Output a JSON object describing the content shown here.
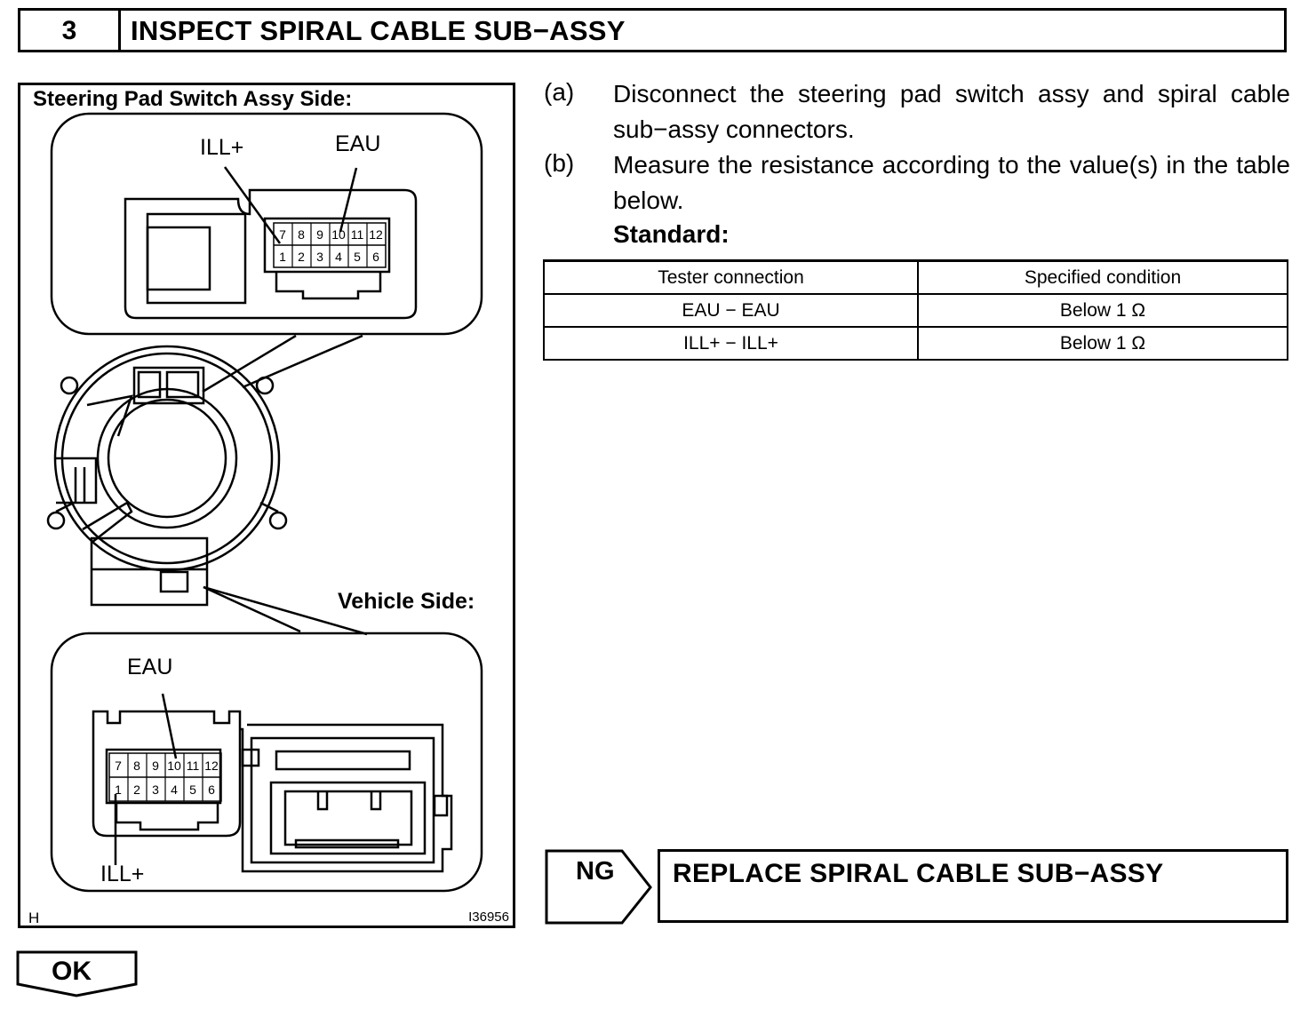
{
  "header": {
    "step_number": "3",
    "title": "INSPECT SPIRAL CABLE SUB−ASSY"
  },
  "figure": {
    "top_label": "Steering Pad Switch Assy Side:",
    "top_pin_ill": "ILL+",
    "top_pin_eau": "EAU",
    "vehicle_label": "Vehicle Side:",
    "bottom_pin_eau": "EAU",
    "bottom_pin_ill": "ILL+",
    "pins_top_row": [
      "7",
      "8",
      "9",
      "10",
      "11",
      "12"
    ],
    "pins_bottom_row": [
      "1",
      "2",
      "3",
      "4",
      "5",
      "6"
    ],
    "corner_mark": "H",
    "figure_id": "I36956"
  },
  "steps": [
    {
      "letter": "(a)",
      "text": "Disconnect the steering pad switch assy and spiral cable sub−assy connectors."
    },
    {
      "letter": "(b)",
      "text": "Measure the resistance according to the value(s) in the table below."
    }
  ],
  "standard_label": "Standard:",
  "table": {
    "headers": [
      "Tester connection",
      "Specified condition"
    ],
    "rows": [
      [
        "EAU − EAU",
        "Below 1 Ω"
      ],
      [
        "ILL+ − ILL+",
        "Below 1 Ω"
      ]
    ]
  },
  "ng": {
    "label": "NG",
    "action": "REPLACE SPIRAL CABLE SUB−ASSY"
  },
  "ok": {
    "label": "OK"
  }
}
